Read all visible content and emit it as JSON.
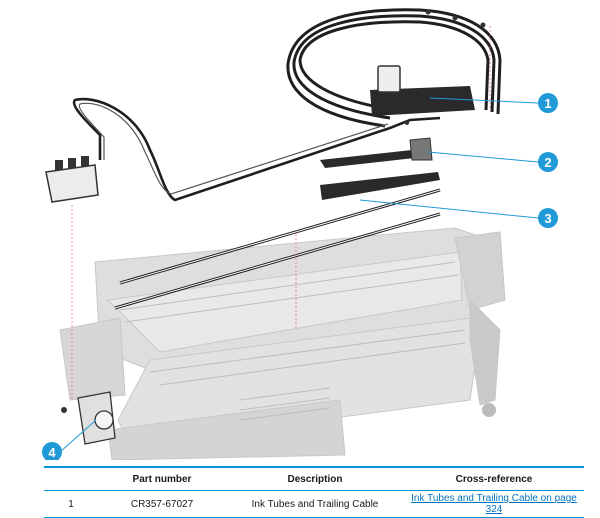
{
  "callouts": [
    "1",
    "2",
    "3",
    "4"
  ],
  "table": {
    "headers": [
      "",
      "Part number",
      "Description",
      "Cross-reference"
    ],
    "rows": [
      {
        "item": "1",
        "part_number": "CR357-67027",
        "description": "Ink Tubes and Trailing Cable",
        "cross_reference": "Ink Tubes and Trailing Cable on page 324"
      }
    ]
  },
  "colors": {
    "accent": "#0096d6",
    "link": "#0073c0",
    "ghost_printer": "#dcdcdc"
  }
}
